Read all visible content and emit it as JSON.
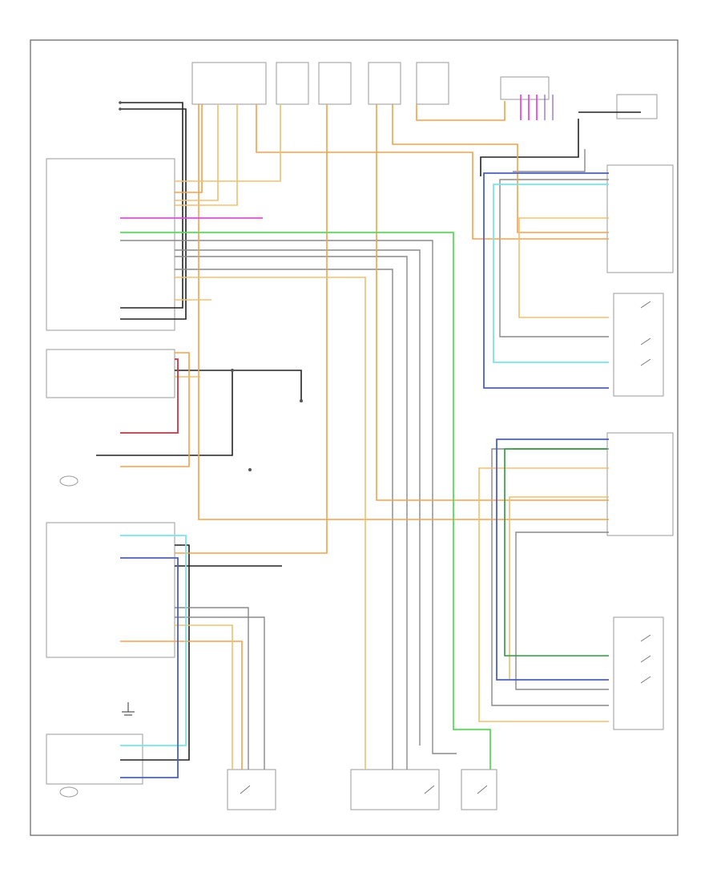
{
  "diagram": {
    "footer_code": "",
    "colors": {
      "border": "#777777",
      "wire_black": "#222222",
      "wire_orange": "#f5a04a",
      "wire_tan": "#f0c070",
      "wire_grey": "#8a8a8a",
      "wire_green": "#55dd55",
      "wire_lightblue": "#77e6ea",
      "wire_blue": "#4a5fd0",
      "wire_red": "#cc3344",
      "wire_magenta": "#ee44ee",
      "wire_darkgreen": "#2a9a3a",
      "wire_purple": "#8a5ad0"
    },
    "labels": [
      {
        "id": "src-a",
        "text": ""
      },
      {
        "id": "src-b",
        "text": ""
      }
    ],
    "modules": [
      {
        "id": "lf-module",
        "label": ""
      },
      {
        "id": "lf-switch",
        "label": ""
      },
      {
        "id": "rf-module",
        "label": ""
      },
      {
        "id": "rf-switch",
        "label": ""
      },
      {
        "id": "lr-module",
        "label": ""
      },
      {
        "id": "lr-switch",
        "label": ""
      },
      {
        "id": "rr-module",
        "label": ""
      },
      {
        "id": "rr-switch",
        "label": ""
      },
      {
        "id": "driver-switch",
        "label": ""
      },
      {
        "id": "pass-switch",
        "label": ""
      },
      {
        "id": "lock-switch",
        "label": ""
      }
    ]
  }
}
